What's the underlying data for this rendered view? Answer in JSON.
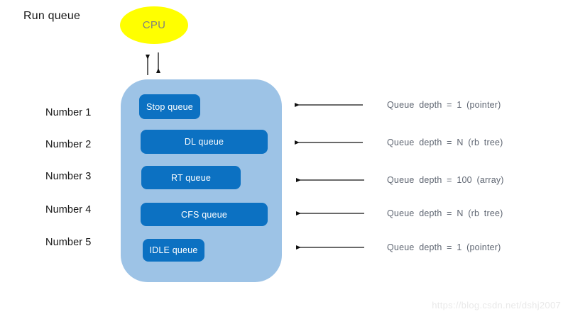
{
  "title": "Run queue",
  "cpu": {
    "label": "CPU"
  },
  "rows": [
    {
      "number": "Number 1",
      "queue": "Stop queue",
      "depth": "Queue depth = 1 (pointer)"
    },
    {
      "number": "Number 2",
      "queue": "DL queue",
      "depth": "Queue depth = N (rb tree)"
    },
    {
      "number": "Number 3",
      "queue": "RT queue",
      "depth": "Queue depth = 100 (array)"
    },
    {
      "number": "Number 4",
      "queue": "CFS queue",
      "depth": "Queue depth = N (rb tree)"
    },
    {
      "number": "Number 5",
      "queue": "IDLE queue",
      "depth": "Queue depth = 1 (pointer)"
    }
  ],
  "watermark": "https://blog.csdn.net/dshj2007",
  "colors": {
    "cpu_fill": "#ffff00",
    "cpu_text": "#7f7f7f",
    "container_fill": "#9dc3e6",
    "queue_fill": "#0c71c2",
    "queue_text": "#ffffff",
    "depth_text": "#5f6672",
    "arrow": "#111111",
    "watermark_text": "#e9e9e9"
  }
}
